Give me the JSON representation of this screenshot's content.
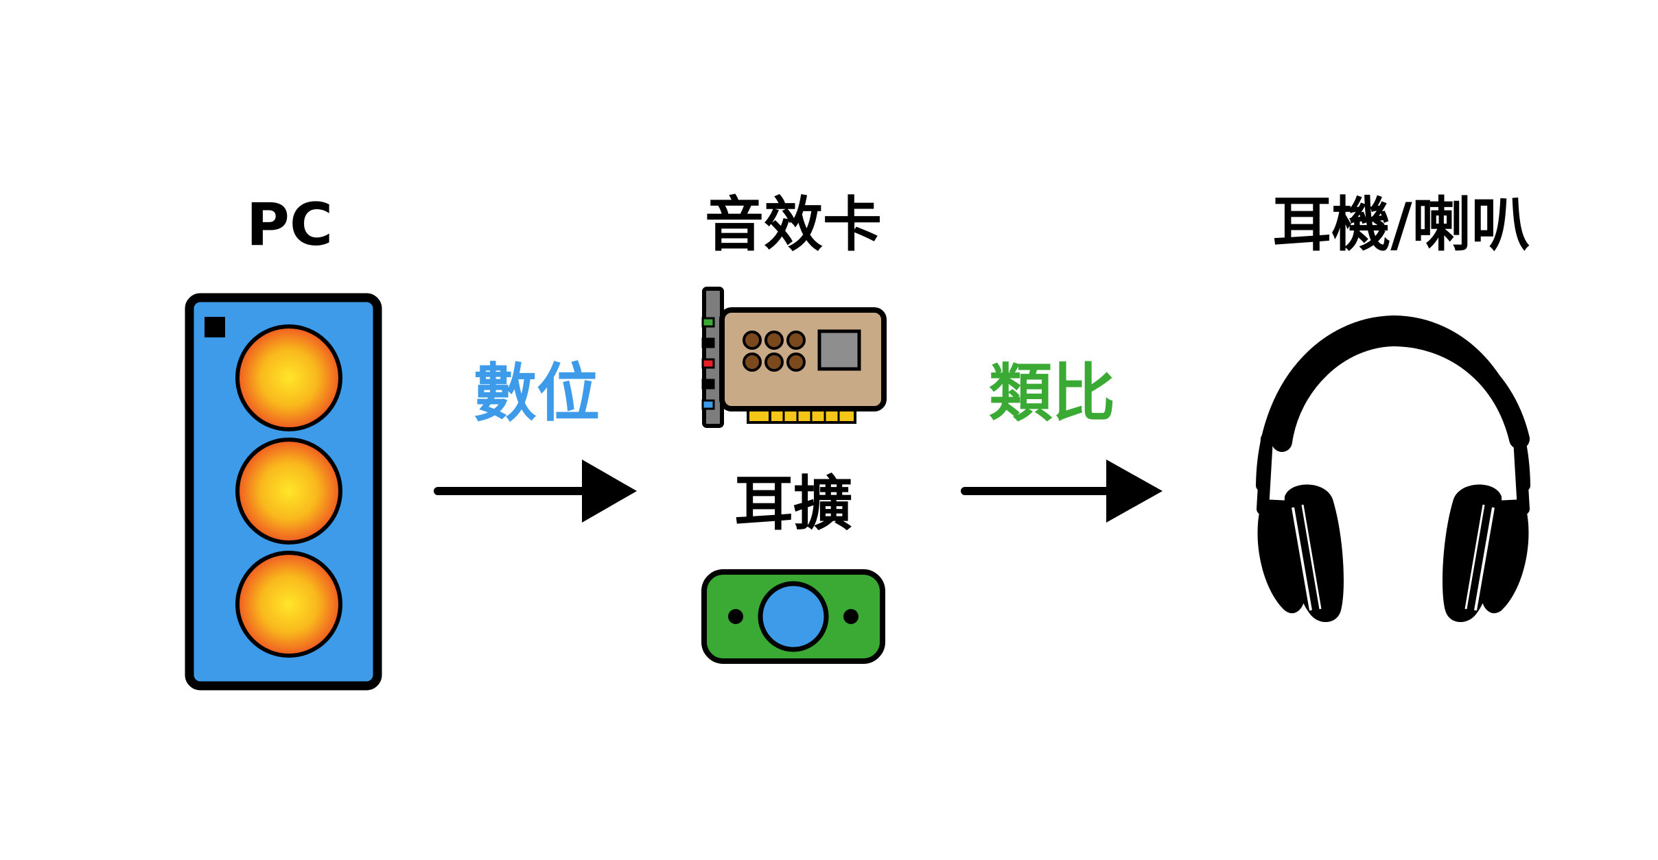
{
  "nodes": {
    "pc": {
      "label": "PC"
    },
    "sound_card": {
      "label": "音效卡"
    },
    "amp": {
      "label": "耳擴"
    },
    "output": {
      "label": "耳機/喇叭"
    }
  },
  "edges": [
    {
      "from": "pc",
      "to": "sound_card",
      "label": "數位",
      "color": "#3d9be9"
    },
    {
      "from": "sound_card",
      "to": "output",
      "label": "類比",
      "color": "#3aaa35"
    }
  ],
  "icons": {
    "pc": "pc-tower-icon",
    "sound_card": "sound-card-icon",
    "amp": "headphone-amp-icon",
    "output": "headphones-icon"
  },
  "colors": {
    "pc_case": "#3d9be9",
    "pc_fan": "#f7a21b",
    "sound_card_board": "#c8ab86",
    "sound_card_chip": "#8e8e8e",
    "sound_card_gold": "#f5c518",
    "amp_body": "#3aaa35",
    "amp_knob": "#3d9be9",
    "stroke": "#000000"
  }
}
